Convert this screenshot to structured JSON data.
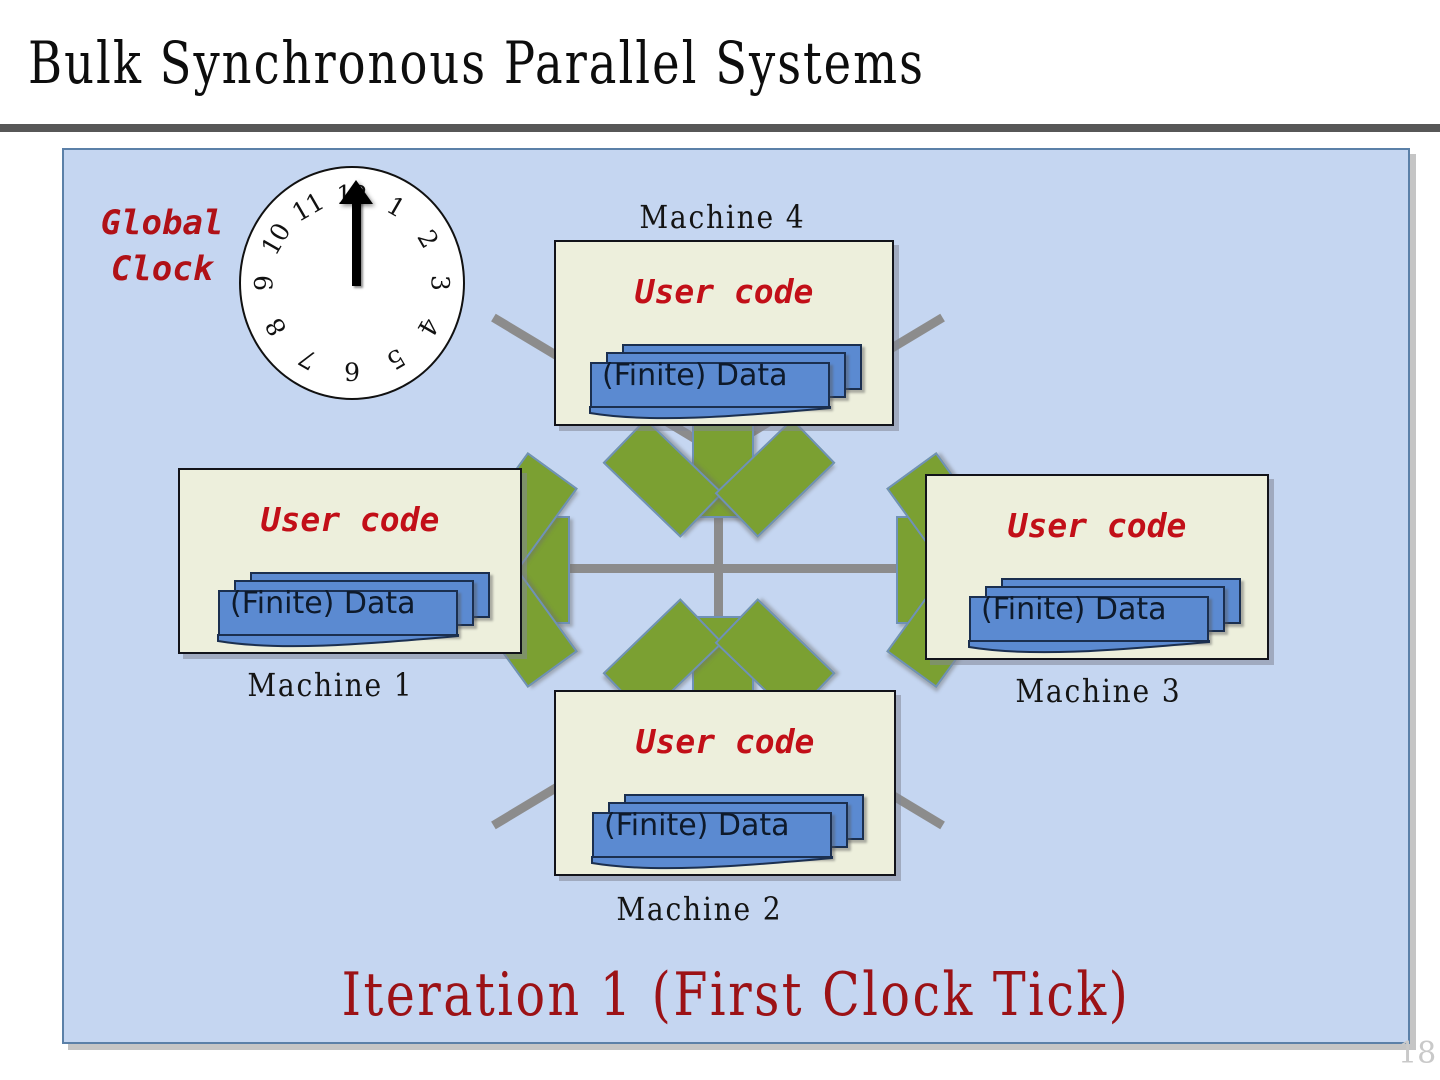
{
  "slide": {
    "title": "Bulk Synchronous Parallel Systems",
    "page_number": "18",
    "caption": "Iteration 1 (First Clock Tick)",
    "panel_bg": "#C5D6F1",
    "panel_border": "#5B80A8",
    "title_rule_color": "#575757"
  },
  "clock": {
    "label_line1": "Global",
    "label_line2": "Clock",
    "label_color": "#B01117",
    "hand_points_to": "12",
    "numbers": [
      "12",
      "1",
      "2",
      "3",
      "4",
      "5",
      "6",
      "7",
      "8",
      "9",
      "10",
      "11"
    ]
  },
  "machines": [
    {
      "id": "machine-4",
      "label": "Machine 4",
      "user_code": "User code",
      "data_label": "(Finite) Data",
      "data_card_count": 3
    },
    {
      "id": "machine-1",
      "label": "Machine 1",
      "user_code": "User code",
      "data_label": "(Finite) Data",
      "data_card_count": 3
    },
    {
      "id": "machine-3",
      "label": "Machine 3",
      "user_code": "User code",
      "data_label": "(Finite) Data",
      "data_card_count": 3
    },
    {
      "id": "machine-2",
      "label": "Machine 2",
      "user_code": "User code",
      "data_label": "(Finite) Data",
      "data_card_count": 3
    }
  ],
  "network": {
    "link_color": "#8C8C8C",
    "node_color": "#7BA032",
    "node_border": "#6F91B8",
    "hub_count": 4,
    "rects_per_hub": 3
  },
  "colors": {
    "box_fill": "#EDEFDC",
    "box_border": "#12131A",
    "data_card_fill": "#5B8AD1",
    "data_card_border": "#1B2F4F",
    "user_code_red": "#C20F18",
    "caption_red": "#9C1216"
  }
}
